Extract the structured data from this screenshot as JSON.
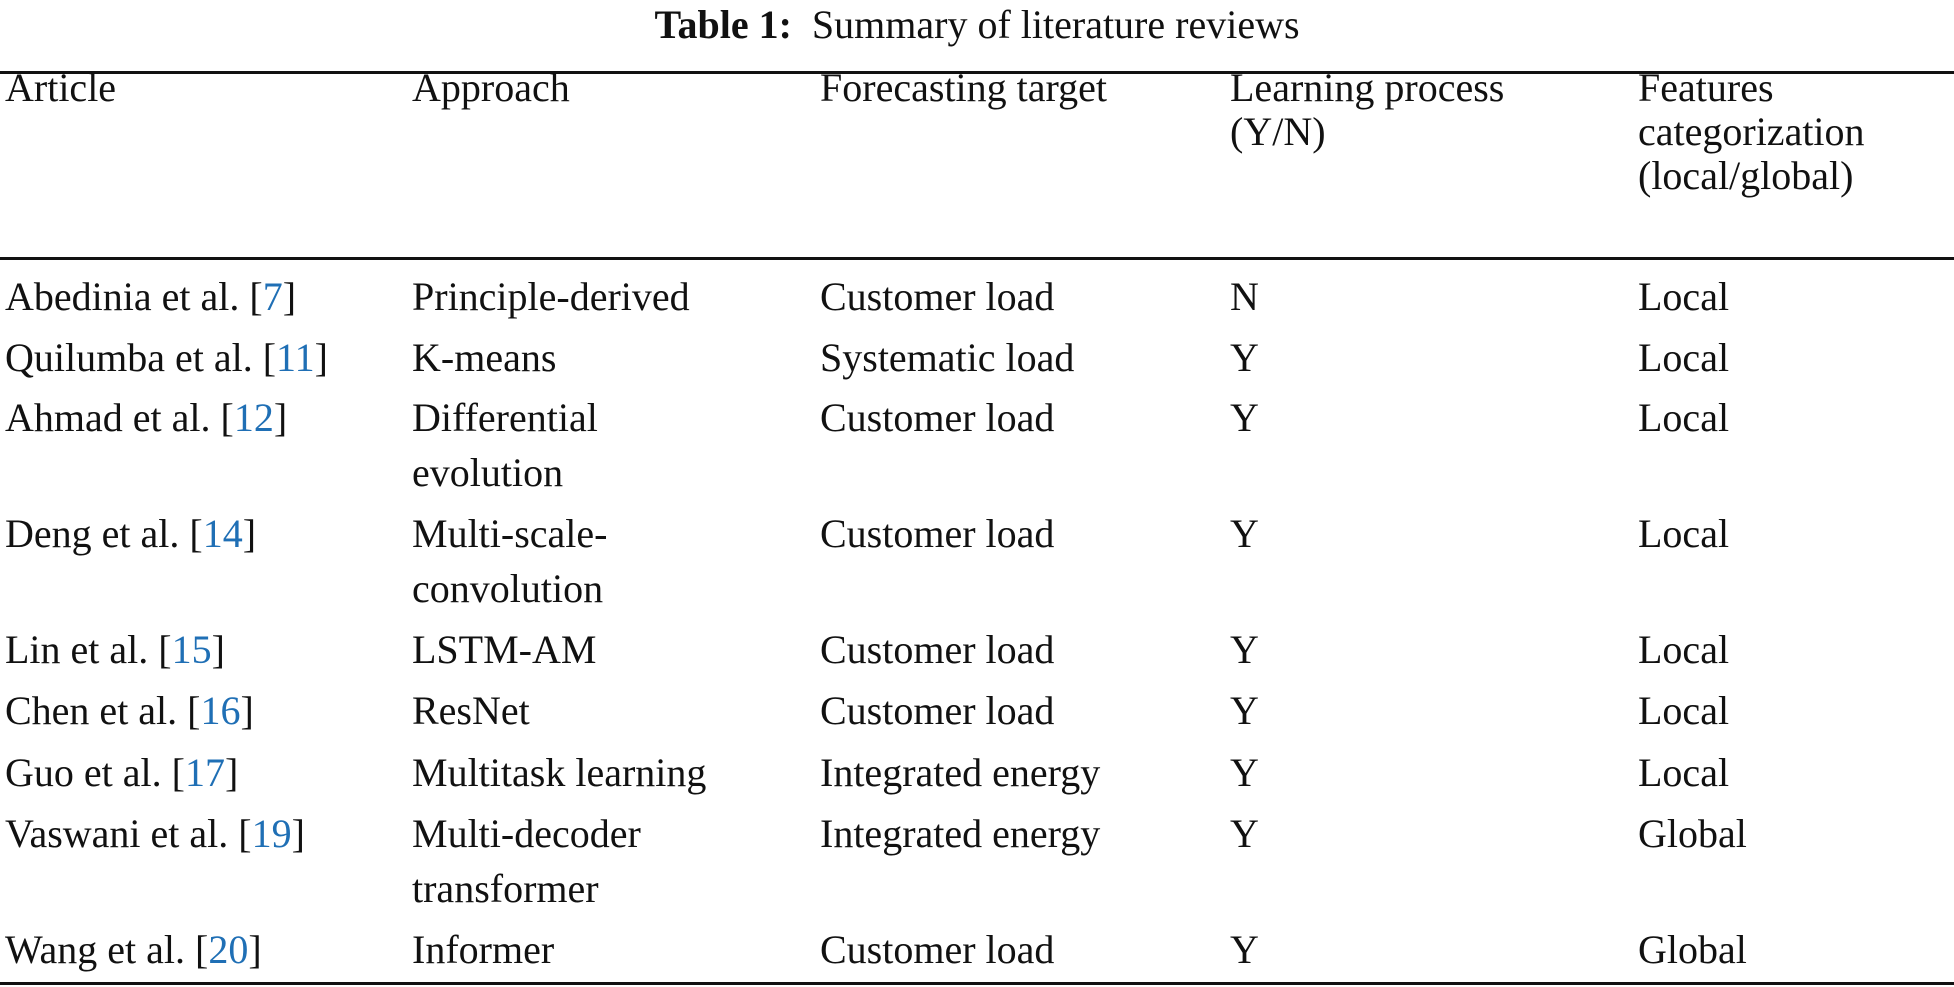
{
  "table": {
    "caption_label": "Table 1:",
    "caption_text": "Summary of literature reviews",
    "headers": [
      [
        "Article"
      ],
      [
        "Approach"
      ],
      [
        "Forecasting target"
      ],
      [
        "Learning process",
        "(Y/N)"
      ],
      [
        "Features",
        "categorization",
        "(local/global)"
      ]
    ],
    "rows": [
      {
        "author": "Abedinia et al.",
        "ref": "7",
        "approach": [
          "Principle-derived"
        ],
        "target": "Customer load",
        "learning": "N",
        "features": "Local"
      },
      {
        "author": "Quilumba et al.",
        "ref": "11",
        "approach": [
          "K-means"
        ],
        "target": "Systematic load",
        "learning": "Y",
        "features": "Local"
      },
      {
        "author": "Ahmad et al.",
        "ref": "12",
        "approach": [
          "Differential",
          "evolution"
        ],
        "target": "Customer load",
        "learning": "Y",
        "features": "Local"
      },
      {
        "author": "Deng et al.",
        "ref": "14",
        "approach": [
          "Multi-scale-",
          "convolution"
        ],
        "target": "Customer load",
        "learning": "Y",
        "features": "Local"
      },
      {
        "author": "Lin et al.",
        "ref": "15",
        "approach": [
          "LSTM-AM"
        ],
        "target": "Customer load",
        "learning": "Y",
        "features": "Local"
      },
      {
        "author": "Chen et al.",
        "ref": "16",
        "approach": [
          "ResNet"
        ],
        "target": "Customer load",
        "learning": "Y",
        "features": "Local"
      },
      {
        "author": "Guo et al.",
        "ref": "17",
        "approach": [
          "Multitask learning"
        ],
        "target": "Integrated energy",
        "learning": "Y",
        "features": "Local"
      },
      {
        "author": "Vaswani et al.",
        "ref": "19",
        "approach": [
          "Multi-decoder",
          "transformer"
        ],
        "target": "Integrated energy",
        "learning": "Y",
        "features": "Global"
      },
      {
        "author": "Wang et al.",
        "ref": "20",
        "approach": [
          "Informer"
        ],
        "target": "Customer load",
        "learning": "Y",
        "features": "Global"
      }
    ]
  },
  "colors": {
    "text": "#111111",
    "reference_link": "#1f6fb5",
    "rule": "#111111"
  }
}
